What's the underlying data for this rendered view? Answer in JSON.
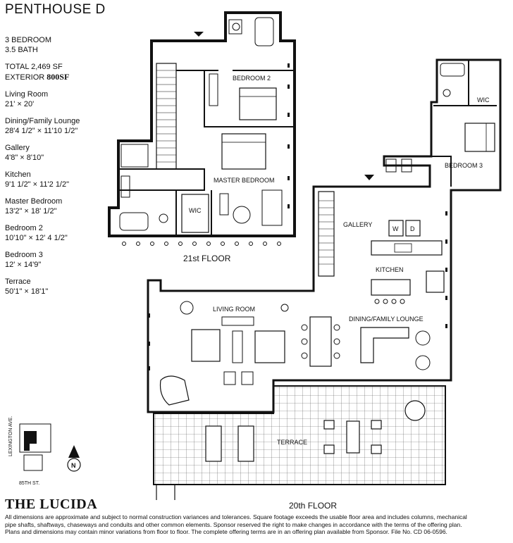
{
  "title": "PENTHOUSE D",
  "specs": {
    "bedrooms": "3 BEDROOM",
    "baths": "3.5 BATH",
    "total": "TOTAL 2,469 SF",
    "exterior_label": "EXTERIOR",
    "exterior_value": "800SF",
    "rooms": [
      {
        "name": "Living Room",
        "size": "21' × 20'"
      },
      {
        "name": "Dining/Family Lounge",
        "size": "28'4 1/2\" × 11'10 1/2\""
      },
      {
        "name": "Gallery",
        "size": "4'8\" × 8'10\""
      },
      {
        "name": "Kitchen",
        "size": "9'1 1/2\" × 11'2 1/2\""
      },
      {
        "name": "Master Bedroom",
        "size": "13'2\" × 18' 1/2\""
      },
      {
        "name": "Bedroom 2",
        "size": "10'10\" × 12' 4 1/2\""
      },
      {
        "name": "Bedroom 3",
        "size": "12' × 14'9\""
      },
      {
        "name": "Terrace",
        "size": "50'1\" × 18'1\""
      }
    ]
  },
  "plan": {
    "labels": {
      "bedroom2": "BEDROOM 2",
      "master": "MASTER BEDROOM",
      "wic1": "WIC",
      "wic2": "WIC",
      "bedroom3": "BEDROOM 3",
      "gallery": "GALLERY",
      "kitchen": "KITCHEN",
      "living": "LIVING ROOM",
      "dining": "DINING/FAMILY LOUNGE",
      "terrace": "TERRACE",
      "washer": "W",
      "dryer": "D"
    },
    "floor21": "21st FLOOR",
    "floor20": "20th FLOOR",
    "key": {
      "street1": "LEXINGTON AVE.",
      "street2": "85TH ST.",
      "north": "N"
    }
  },
  "brand": "THE LUCIDA",
  "disclaimer": [
    "All dimensions are approximate and subject to normal construction variances and tolerances.  Square footage exceeds the usable floor area and includes columns, mechanical",
    "pipe shafts, shaftways, chaseways and conduits and other common elements.  Sponsor reserved the right to make changes in accordance with the terms of the offering plan.",
    "Plans and dimensions may contain minor variations from floor to floor. The complete offering terms are in an offering plan available from Sponsor.  File No. CD 06-0596."
  ]
}
